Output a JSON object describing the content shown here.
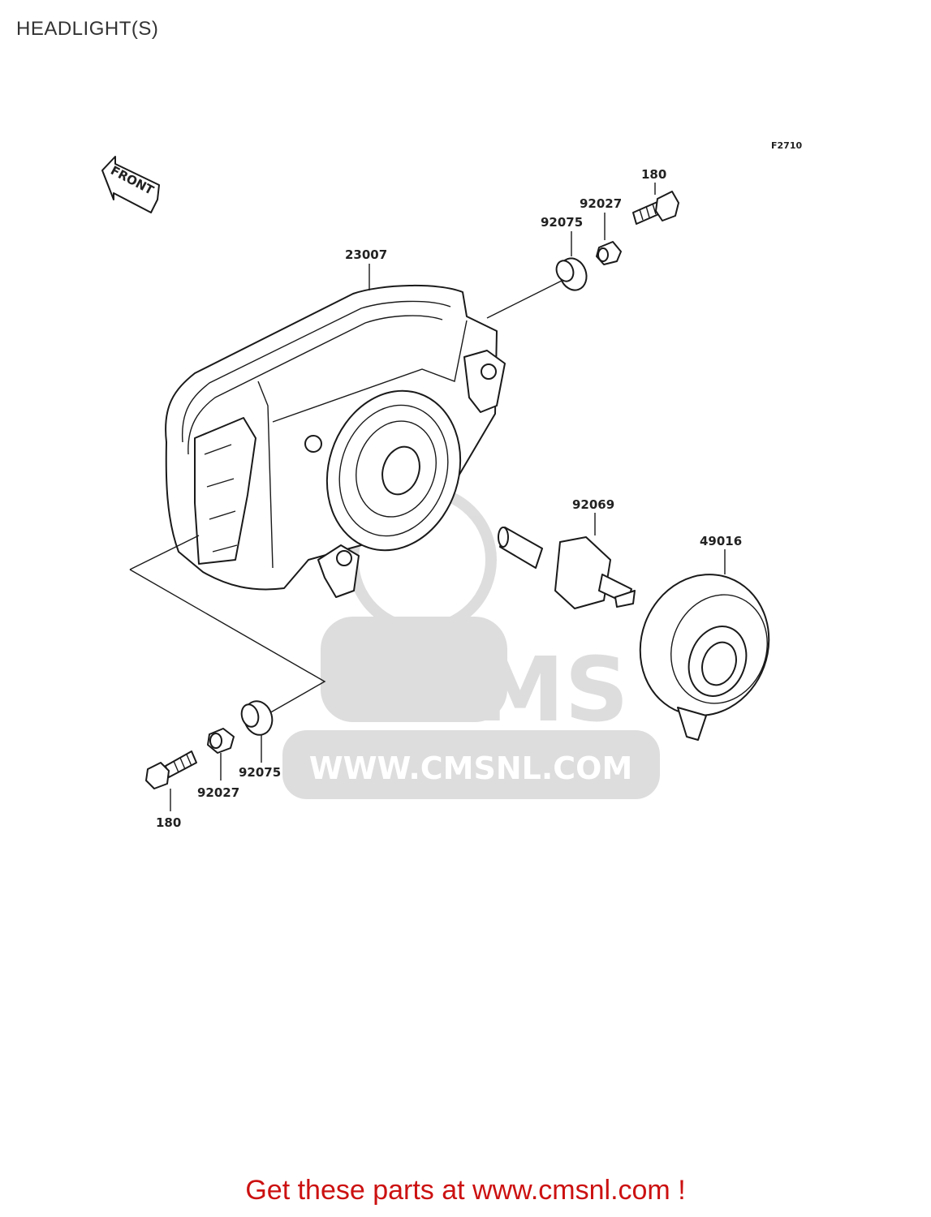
{
  "page": {
    "title": "HEADLIGHT(S)",
    "figure_code": "F2710",
    "front_label": "FRONT"
  },
  "parts": {
    "headlight_assy": "23007",
    "bolt_top": "180",
    "washer_top": "92027",
    "grommet_top": "92075",
    "bulb": "92069",
    "cover": "49016",
    "grommet_bottom": "92075",
    "washer_bottom": "92027",
    "bolt_bottom": "180"
  },
  "watermark": {
    "brand": "CMS",
    "url": "WWW.CMSNL.COM"
  },
  "footer": {
    "text": "Get these parts at www.cmsnl.com !"
  }
}
